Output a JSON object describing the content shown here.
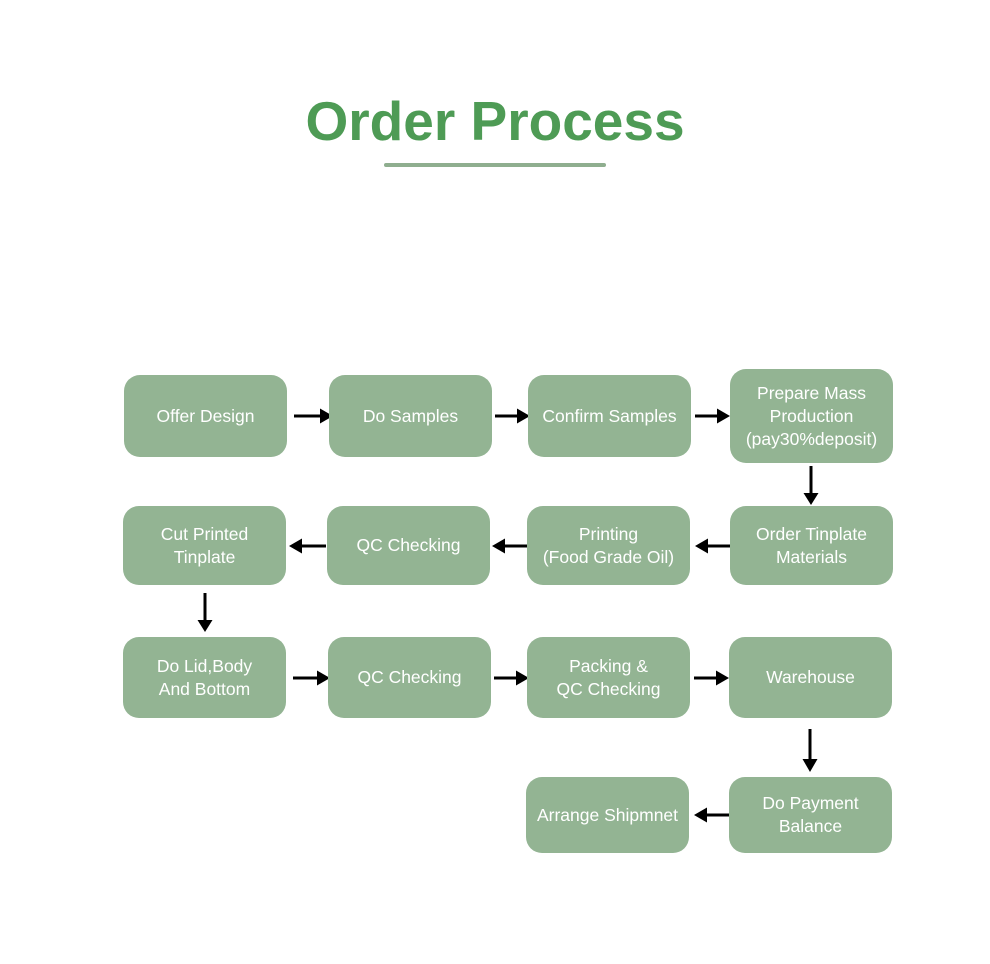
{
  "header": {
    "title": "Order Process"
  },
  "colors": {
    "title_green": "#4e9b55",
    "underline_green": "#8fae8f",
    "node_fill": "#93b493",
    "node_text": "#ffffff",
    "arrow": "#000000",
    "background": "#ffffff"
  },
  "chart_data": {
    "type": "diagram",
    "title": "Order Process",
    "layout": "serpentine-flowchart",
    "nodes": [
      {
        "id": "n1",
        "row": 1,
        "col": 1,
        "label": "Offer Design"
      },
      {
        "id": "n2",
        "row": 1,
        "col": 2,
        "label": "Do Samples"
      },
      {
        "id": "n3",
        "row": 1,
        "col": 3,
        "label": "Confirm Samples"
      },
      {
        "id": "n4",
        "row": 1,
        "col": 4,
        "label": "Prepare Mass\nProduction\n(pay30%deposit)"
      },
      {
        "id": "n5",
        "row": 2,
        "col": 4,
        "label": "Order Tinplate\nMaterials"
      },
      {
        "id": "n6",
        "row": 2,
        "col": 3,
        "label": "Printing\n(Food Grade Oil)"
      },
      {
        "id": "n7",
        "row": 2,
        "col": 2,
        "label": "QC Checking"
      },
      {
        "id": "n8",
        "row": 2,
        "col": 1,
        "label": "Cut Printed\nTinplate"
      },
      {
        "id": "n9",
        "row": 3,
        "col": 1,
        "label": "Do Lid,Body\nAnd Bottom"
      },
      {
        "id": "n10",
        "row": 3,
        "col": 2,
        "label": "QC Checking"
      },
      {
        "id": "n11",
        "row": 3,
        "col": 3,
        "label": "Packing &\nQC Checking"
      },
      {
        "id": "n12",
        "row": 3,
        "col": 4,
        "label": "Warehouse"
      },
      {
        "id": "n13",
        "row": 4,
        "col": 4,
        "label": "Do Payment\nBalance"
      },
      {
        "id": "n14",
        "row": 4,
        "col": 3,
        "label": "Arrange Shipmnet"
      }
    ],
    "edges": [
      {
        "from": "n1",
        "to": "n2",
        "direction": "right"
      },
      {
        "from": "n2",
        "to": "n3",
        "direction": "right"
      },
      {
        "from": "n3",
        "to": "n4",
        "direction": "right"
      },
      {
        "from": "n4",
        "to": "n5",
        "direction": "down"
      },
      {
        "from": "n5",
        "to": "n6",
        "direction": "left"
      },
      {
        "from": "n6",
        "to": "n7",
        "direction": "left"
      },
      {
        "from": "n7",
        "to": "n8",
        "direction": "left"
      },
      {
        "from": "n8",
        "to": "n9",
        "direction": "down"
      },
      {
        "from": "n9",
        "to": "n10",
        "direction": "right"
      },
      {
        "from": "n10",
        "to": "n11",
        "direction": "right"
      },
      {
        "from": "n11",
        "to": "n12",
        "direction": "right"
      },
      {
        "from": "n12",
        "to": "n13",
        "direction": "down"
      },
      {
        "from": "n13",
        "to": "n14",
        "direction": "left"
      }
    ]
  }
}
